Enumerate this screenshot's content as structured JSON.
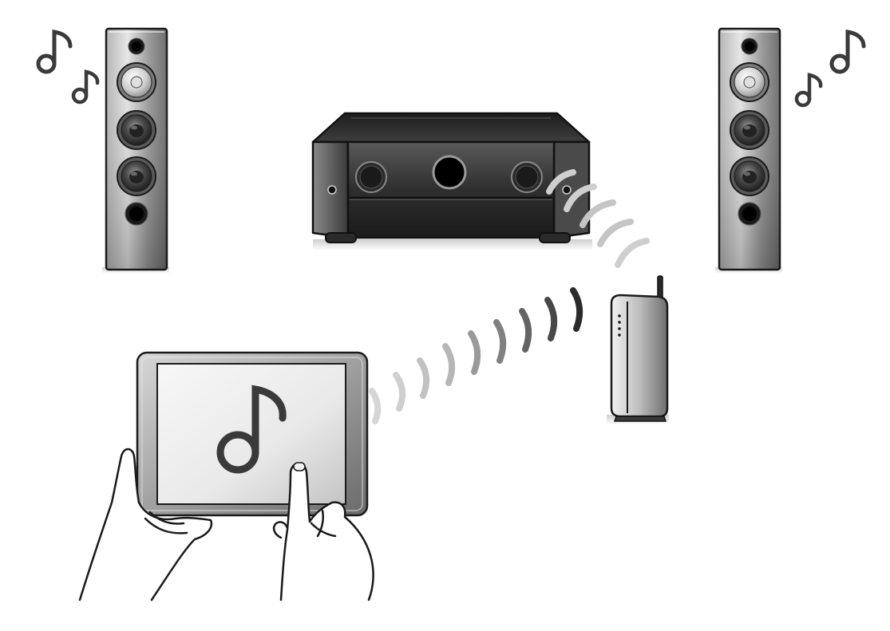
{
  "diagram": {
    "devices": [
      {
        "id": "left-speaker",
        "kind": "floor-standing-speaker"
      },
      {
        "id": "av-receiver",
        "kind": "av-receiver"
      },
      {
        "id": "right-speaker",
        "kind": "floor-standing-speaker"
      },
      {
        "id": "router",
        "kind": "wireless-router"
      },
      {
        "id": "tablet",
        "kind": "tablet"
      }
    ],
    "links": [
      {
        "from": "tablet",
        "to": "router",
        "type": "wireless"
      },
      {
        "from": "router",
        "to": "av-receiver",
        "type": "wireless"
      }
    ],
    "icons": [
      "music-note-icon",
      "wifi-wave-icon",
      "hand-icon"
    ]
  },
  "colors": {
    "outline": "#1a1a1a",
    "speaker_body": "#8c8c8c",
    "receiver_body": "#3a3a3a",
    "screen": "#e8e8e8",
    "wave_light": "#c9c9c9",
    "wave_dark": "#2b2b2b"
  }
}
